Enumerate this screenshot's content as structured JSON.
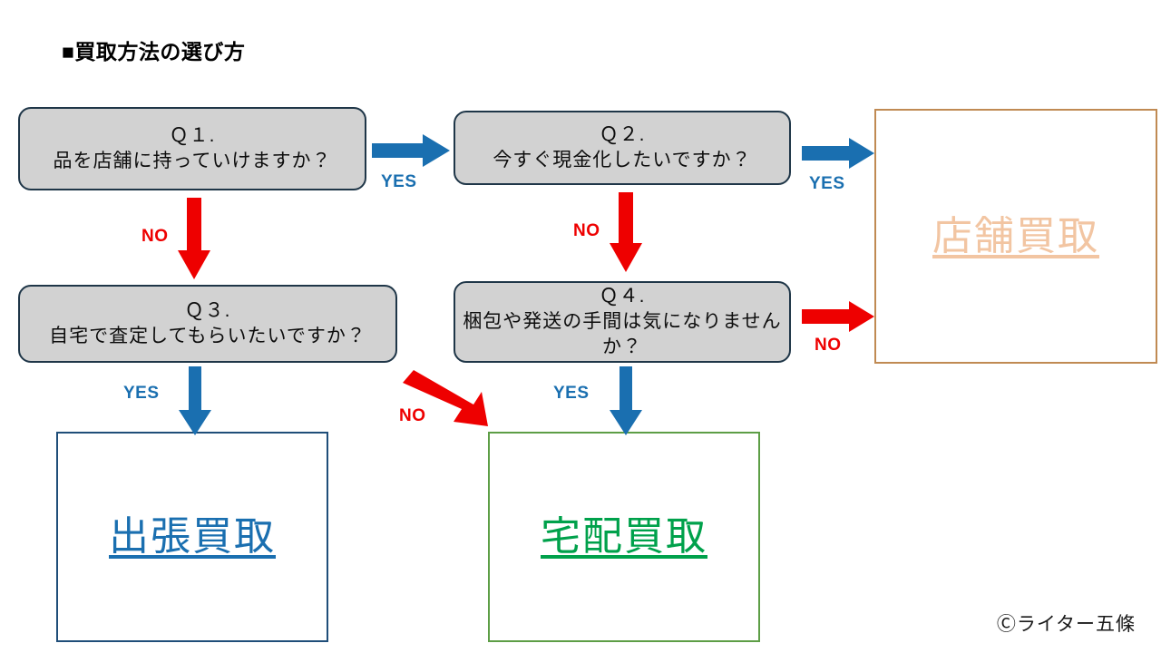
{
  "page": {
    "title": "■買取方法の選び方",
    "copyright": "Ⓒライター五條"
  },
  "questions": [
    {
      "id": "q1",
      "num": "Ｑ１.",
      "text": "品を店舗に持っていけますか？"
    },
    {
      "id": "q2",
      "num": "Ｑ２.",
      "text": "今すぐ現金化したいですか？"
    },
    {
      "id": "q3",
      "num": "Ｑ３.",
      "text": "自宅で査定してもらいたいですか？"
    },
    {
      "id": "q4",
      "num": "Ｑ４.",
      "text": "梱包や発送の手間は気になりませんか？"
    }
  ],
  "outcomes": [
    {
      "id": "store",
      "label": "店舗買取",
      "color": "#f2c5a2",
      "border": "#c08a53"
    },
    {
      "id": "visit",
      "label": "出張買取",
      "color": "#1a6fb0",
      "border": "#1f4e79"
    },
    {
      "id": "delivery",
      "label": "宅配買取",
      "color": "#00a14b",
      "border": "#5d9e46"
    }
  ],
  "connectors": [
    {
      "id": "q1-yes-q2",
      "label": "YES",
      "color": "#1a6fb0",
      "direction": "right"
    },
    {
      "id": "q1-no-q3",
      "label": "NO",
      "color": "#ee0000",
      "direction": "down"
    },
    {
      "id": "q2-yes-store",
      "label": "YES",
      "color": "#1a6fb0",
      "direction": "right"
    },
    {
      "id": "q2-no-q4",
      "label": "NO",
      "color": "#ee0000",
      "direction": "down"
    },
    {
      "id": "q3-yes-visit",
      "label": "YES",
      "color": "#1a6fb0",
      "direction": "down"
    },
    {
      "id": "q3-no-delivery",
      "label": "NO",
      "color": "#ee0000",
      "direction": "down-right"
    },
    {
      "id": "q4-yes-delivery",
      "label": "YES",
      "color": "#1a6fb0",
      "direction": "down"
    },
    {
      "id": "q4-no-store",
      "label": "NO",
      "color": "#ee0000",
      "direction": "right"
    }
  ],
  "palette": {
    "box_fill": "#d2d2d2",
    "box_border": "#1f3648",
    "yes_blue": "#1a6fb0",
    "no_red": "#ee0000",
    "store_orange": "#c08a53",
    "delivery_green": "#5d9e46"
  }
}
